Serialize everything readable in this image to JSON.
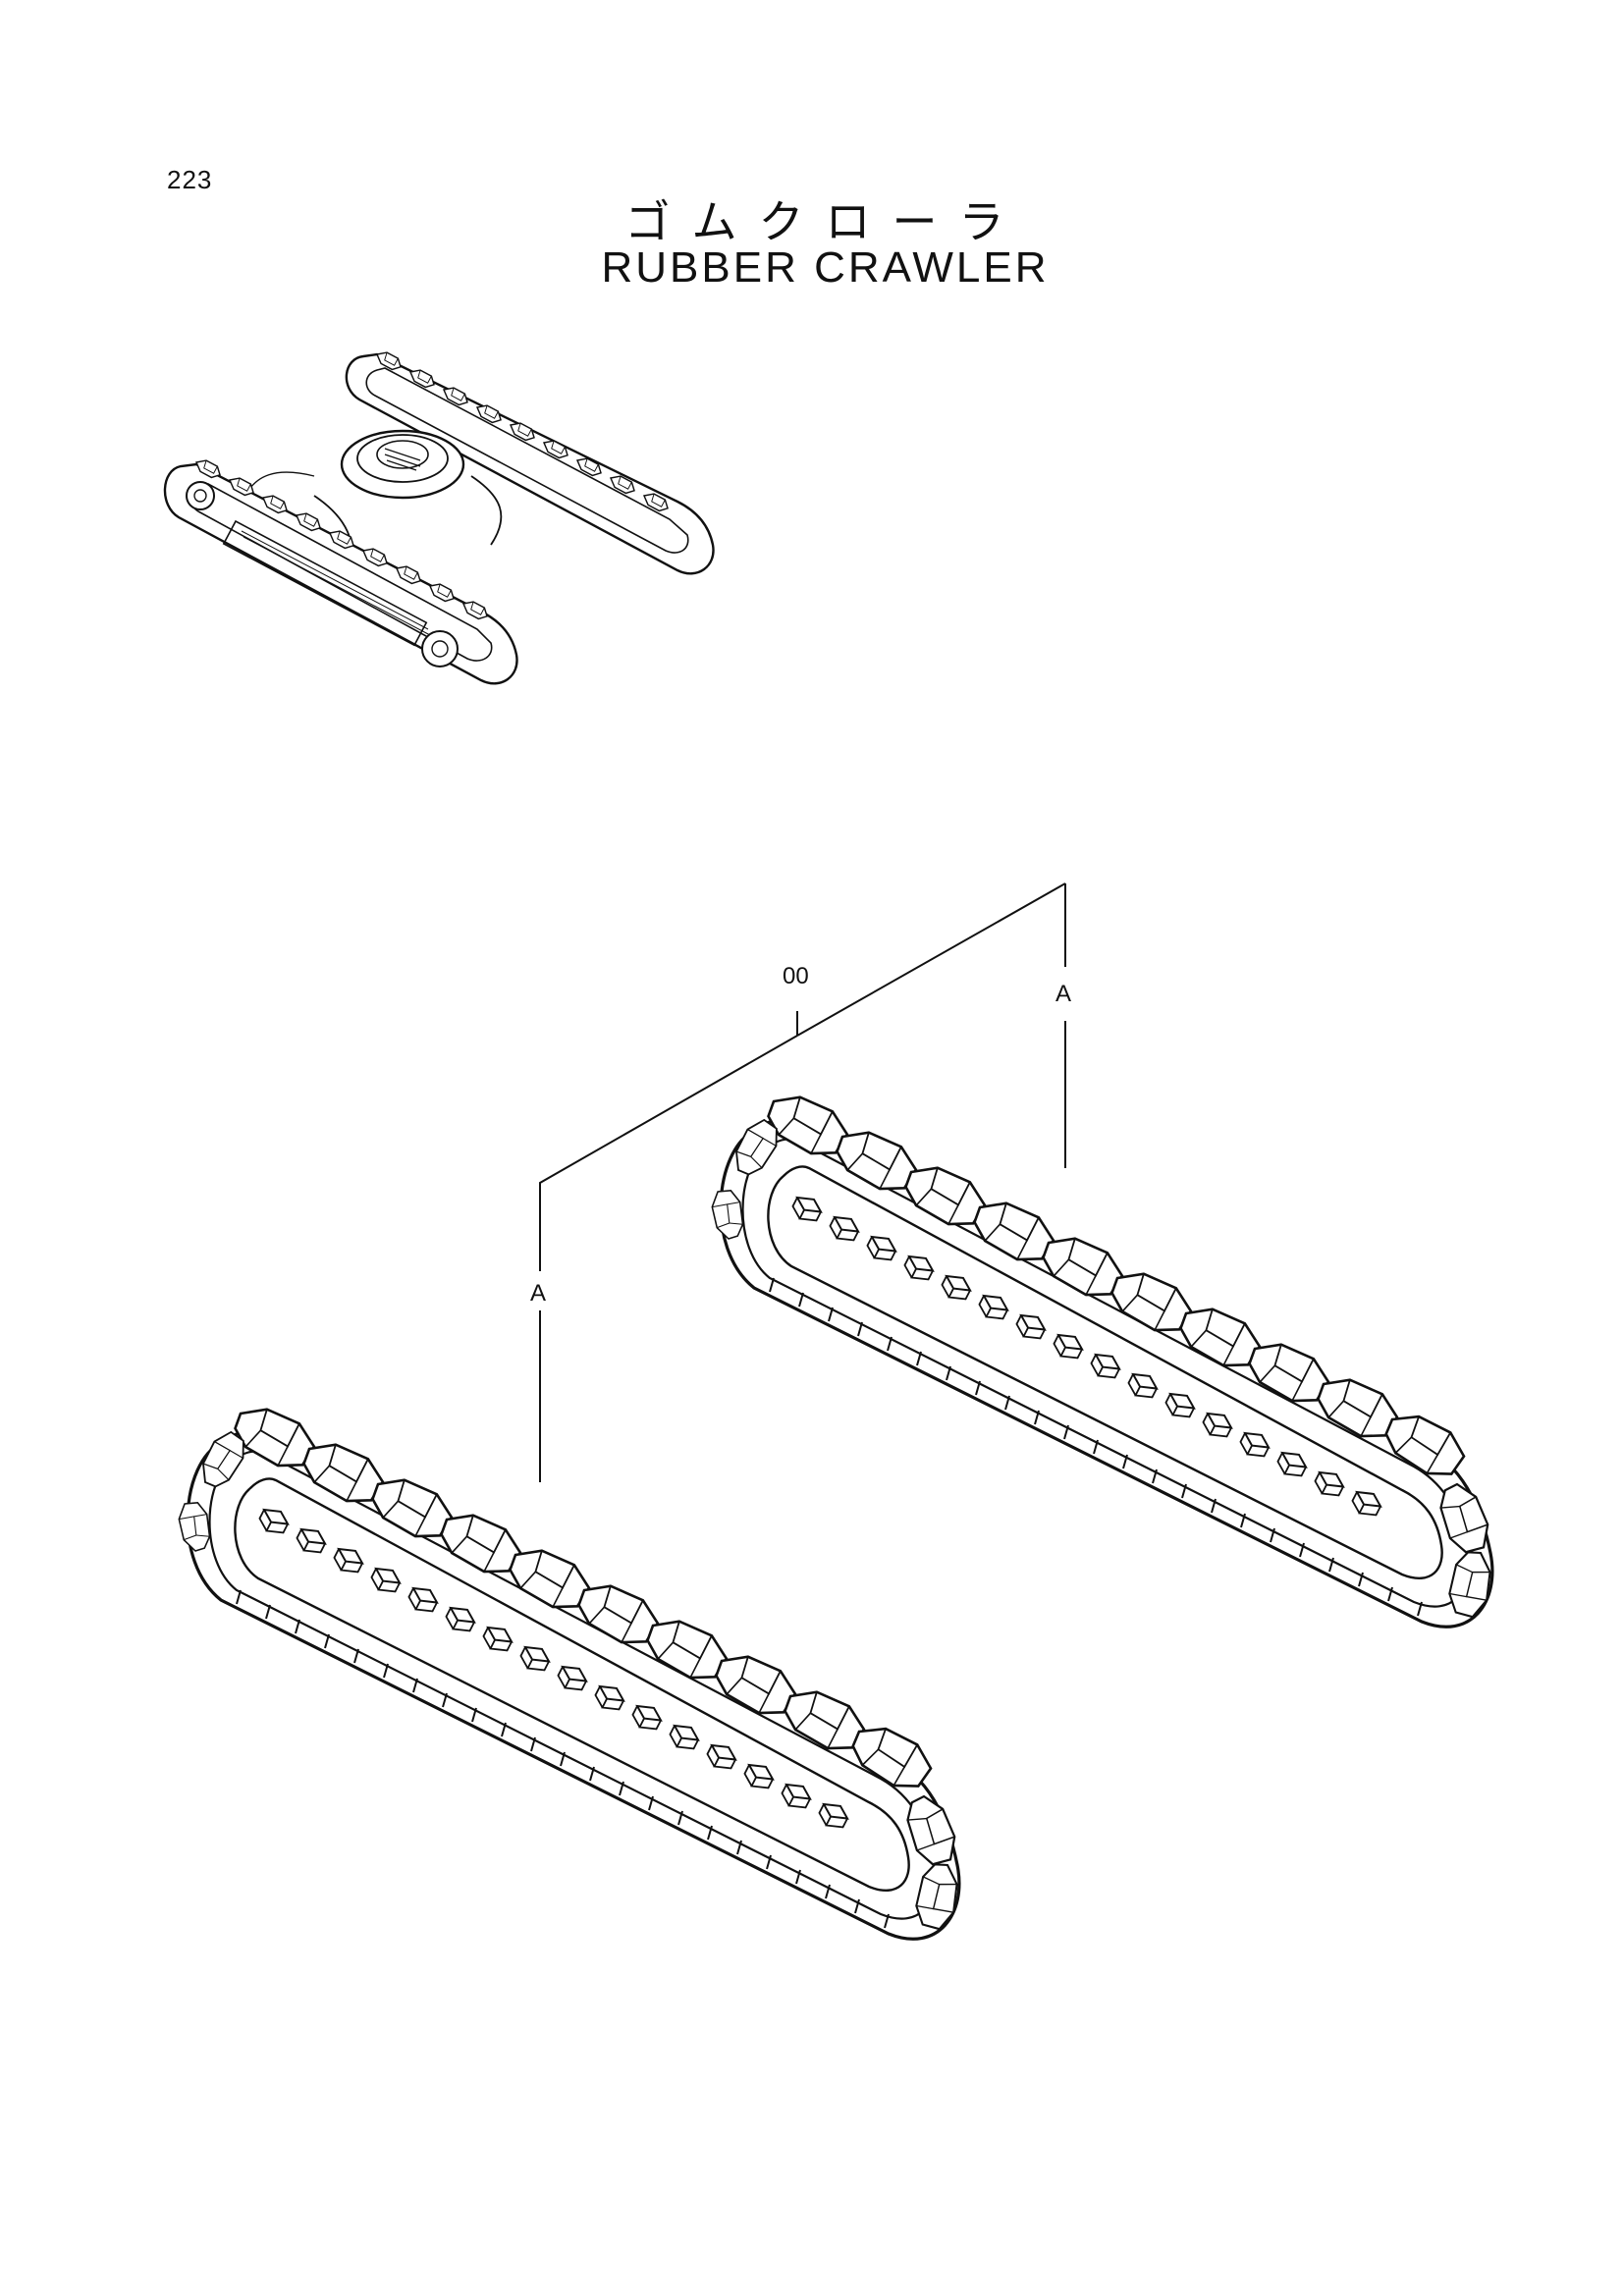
{
  "header": {
    "page_number": "223",
    "title_japanese": "ゴムクローラ",
    "title_english": "RUBBER CRAWLER"
  },
  "callouts": {
    "assembly_ref": "00",
    "track_left_ref": "A",
    "track_right_ref": "A"
  },
  "colors": {
    "ink": "#111111",
    "paper": "#ffffff"
  }
}
